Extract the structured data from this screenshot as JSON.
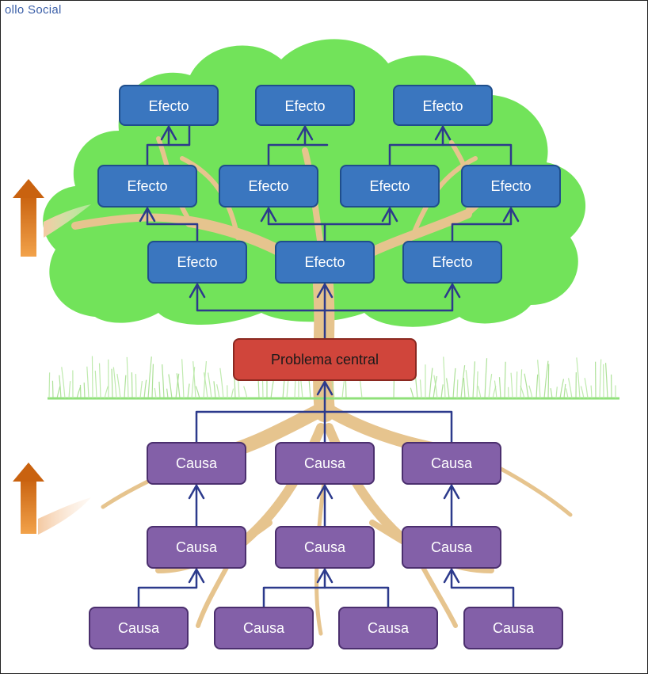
{
  "header": {
    "corner_label": "ollo Social"
  },
  "central_problem": {
    "label": "Problema central"
  },
  "effects": {
    "top": [
      "Efecto",
      "Efecto",
      "Efecto"
    ],
    "middle": [
      "Efecto",
      "Efecto",
      "Efecto",
      "Efecto"
    ],
    "bottom": [
      "Efecto",
      "Efecto",
      "Efecto"
    ]
  },
  "causes": {
    "top": [
      "Causa",
      "Causa",
      "Causa"
    ],
    "middle": [
      "Causa",
      "Causa",
      "Causa"
    ],
    "bottom": [
      "Causa",
      "Causa",
      "Causa",
      "Causa"
    ]
  },
  "colors": {
    "effect_fill": "#3a76bf",
    "effect_stroke": "#1f4e8c",
    "cause_fill": "#8360a8",
    "cause_stroke": "#4b2f6e",
    "problem_fill": "#d0453b",
    "problem_stroke": "#8a2820",
    "canopy": "#72e35a",
    "trunk": "#e6c48e",
    "connector": "#2c3a8c",
    "arrow_orange": "#e07a1a",
    "grass": "#9be07a"
  }
}
